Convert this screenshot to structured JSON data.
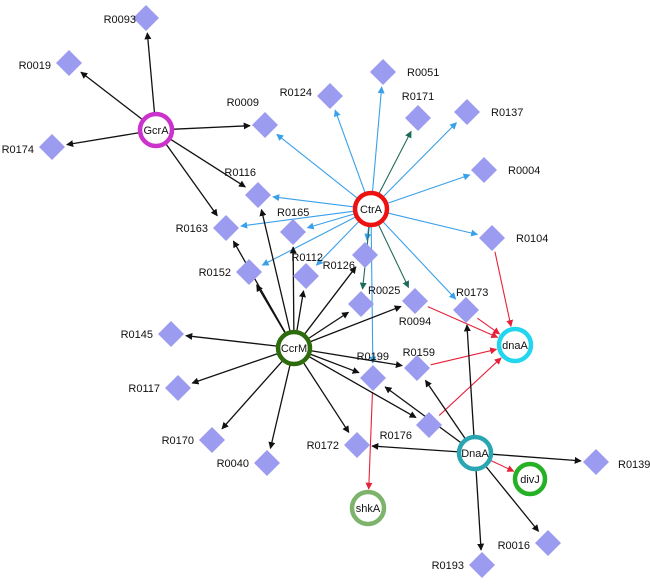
{
  "colors": {
    "target": "#9b9bef",
    "edge_black": "#111111",
    "edge_blue": "#3aa0e8",
    "edge_teal": "#1f6b5a",
    "edge_red": "#e8213a"
  },
  "hubs": [
    {
      "id": "GcrA",
      "label": "GcrA",
      "ring": "#cc33cc",
      "fill": "#ffffff"
    },
    {
      "id": "CtrA",
      "label": "CtrA",
      "ring": "#ee1111",
      "fill": "#ffffff"
    },
    {
      "id": "CcrM",
      "label": "CcrM",
      "ring": "#2e6b0c",
      "fill": "#ffffff"
    },
    {
      "id": "DnaA",
      "label": "DnaA",
      "ring": "#2aa6b3",
      "fill": "#ffffff"
    },
    {
      "id": "dnaA",
      "label": "dnaA",
      "ring": "#22d6ef",
      "fill": "#ffffff"
    },
    {
      "id": "shkA",
      "label": "shkA",
      "ring": "#7db36a",
      "fill": "#ffffff"
    },
    {
      "id": "divJ",
      "label": "divJ",
      "ring": "#25b025",
      "fill": "#ffffff"
    }
  ],
  "targets": [
    {
      "id": "R0093",
      "label": "R0093"
    },
    {
      "id": "R0019",
      "label": "R0019"
    },
    {
      "id": "R0174",
      "label": "R0174"
    },
    {
      "id": "R0009",
      "label": "R0009"
    },
    {
      "id": "R0124",
      "label": "R0124"
    },
    {
      "id": "R0051",
      "label": "R0051"
    },
    {
      "id": "R0171",
      "label": "R0171"
    },
    {
      "id": "R0137",
      "label": "R0137"
    },
    {
      "id": "R0004",
      "label": "R0004"
    },
    {
      "id": "R0104",
      "label": "R0104"
    },
    {
      "id": "R0116",
      "label": "R0116"
    },
    {
      "id": "R0163",
      "label": "R0163"
    },
    {
      "id": "R0165",
      "label": "R0165"
    },
    {
      "id": "R0152",
      "label": "R0152"
    },
    {
      "id": "R0112",
      "label": "R0112"
    },
    {
      "id": "R0126",
      "label": "R0126"
    },
    {
      "id": "R0025",
      "label": "R0025"
    },
    {
      "id": "R0094",
      "label": "R0094"
    },
    {
      "id": "R0173",
      "label": "R0173"
    },
    {
      "id": "R0145",
      "label": "R0145"
    },
    {
      "id": "R0199",
      "label": "R0199"
    },
    {
      "id": "R0159",
      "label": "R0159"
    },
    {
      "id": "R0117",
      "label": "R0117"
    },
    {
      "id": "R0170",
      "label": "R0170"
    },
    {
      "id": "R0040",
      "label": "R0040"
    },
    {
      "id": "R0172",
      "label": "R0172"
    },
    {
      "id": "R0176",
      "label": "R0176"
    },
    {
      "id": "R0139",
      "label": "R0139"
    },
    {
      "id": "R0016",
      "label": "R0016"
    },
    {
      "id": "R0193",
      "label": "R0193"
    }
  ],
  "edges": [
    {
      "from": "GcrA",
      "to": "R0093",
      "type": "black"
    },
    {
      "from": "GcrA",
      "to": "R0019",
      "type": "black"
    },
    {
      "from": "GcrA",
      "to": "R0174",
      "type": "black"
    },
    {
      "from": "GcrA",
      "to": "R0009",
      "type": "black"
    },
    {
      "from": "GcrA",
      "to": "R0116",
      "type": "black"
    },
    {
      "from": "GcrA",
      "to": "R0163",
      "type": "black"
    },
    {
      "from": "CtrA",
      "to": "R0009",
      "type": "blue"
    },
    {
      "from": "CtrA",
      "to": "R0124",
      "type": "blue"
    },
    {
      "from": "CtrA",
      "to": "R0051",
      "type": "blue"
    },
    {
      "from": "CtrA",
      "to": "R0171",
      "type": "teal"
    },
    {
      "from": "CtrA",
      "to": "R0137",
      "type": "blue"
    },
    {
      "from": "CtrA",
      "to": "R0004",
      "type": "blue"
    },
    {
      "from": "CtrA",
      "to": "R0104",
      "type": "blue"
    },
    {
      "from": "CtrA",
      "to": "R0116",
      "type": "blue"
    },
    {
      "from": "CtrA",
      "to": "R0163",
      "type": "blue"
    },
    {
      "from": "CtrA",
      "to": "R0165",
      "type": "blue"
    },
    {
      "from": "CtrA",
      "to": "R0152",
      "type": "blue"
    },
    {
      "from": "CtrA",
      "to": "R0112",
      "type": "blue"
    },
    {
      "from": "CtrA",
      "to": "R0126",
      "type": "blue"
    },
    {
      "from": "CtrA",
      "to": "R0025",
      "type": "teal"
    },
    {
      "from": "CtrA",
      "to": "R0094",
      "type": "teal"
    },
    {
      "from": "CtrA",
      "to": "R0173",
      "type": "blue"
    },
    {
      "from": "CtrA",
      "to": "R0199",
      "type": "blue"
    },
    {
      "from": "R0104",
      "to": "dnaA",
      "type": "red"
    },
    {
      "from": "R0094",
      "to": "dnaA",
      "type": "red"
    },
    {
      "from": "R0173",
      "to": "dnaA",
      "type": "red"
    },
    {
      "from": "R0159",
      "to": "dnaA",
      "type": "red"
    },
    {
      "from": "R0176",
      "to": "dnaA",
      "type": "red"
    },
    {
      "from": "R0199",
      "to": "shkA",
      "type": "red"
    },
    {
      "from": "DnaA",
      "to": "divJ",
      "type": "red"
    },
    {
      "from": "CcrM",
      "to": "R0116",
      "type": "black"
    },
    {
      "from": "CcrM",
      "to": "R0163",
      "type": "black"
    },
    {
      "from": "CcrM",
      "to": "R0152",
      "type": "black"
    },
    {
      "from": "CcrM",
      "to": "R0165",
      "type": "black"
    },
    {
      "from": "CcrM",
      "to": "R0112",
      "type": "black"
    },
    {
      "from": "CcrM",
      "to": "R0126",
      "type": "black"
    },
    {
      "from": "CcrM",
      "to": "R0025",
      "type": "black"
    },
    {
      "from": "CcrM",
      "to": "R0094",
      "type": "black"
    },
    {
      "from": "CcrM",
      "to": "R0145",
      "type": "black"
    },
    {
      "from": "CcrM",
      "to": "R0117",
      "type": "black"
    },
    {
      "from": "CcrM",
      "to": "R0170",
      "type": "black"
    },
    {
      "from": "CcrM",
      "to": "R0040",
      "type": "black"
    },
    {
      "from": "CcrM",
      "to": "R0172",
      "type": "black"
    },
    {
      "from": "CcrM",
      "to": "R0199",
      "type": "black"
    },
    {
      "from": "CcrM",
      "to": "R0159",
      "type": "black"
    },
    {
      "from": "CcrM",
      "to": "R0176",
      "type": "black"
    },
    {
      "from": "DnaA",
      "to": "R0159",
      "type": "black"
    },
    {
      "from": "DnaA",
      "to": "R0173",
      "type": "black"
    },
    {
      "from": "DnaA",
      "to": "R0199",
      "type": "black"
    },
    {
      "from": "DnaA",
      "to": "R0172",
      "type": "black"
    },
    {
      "from": "DnaA",
      "to": "R0139",
      "type": "black"
    },
    {
      "from": "DnaA",
      "to": "R0016",
      "type": "black"
    },
    {
      "from": "DnaA",
      "to": "R0193",
      "type": "black"
    }
  ]
}
